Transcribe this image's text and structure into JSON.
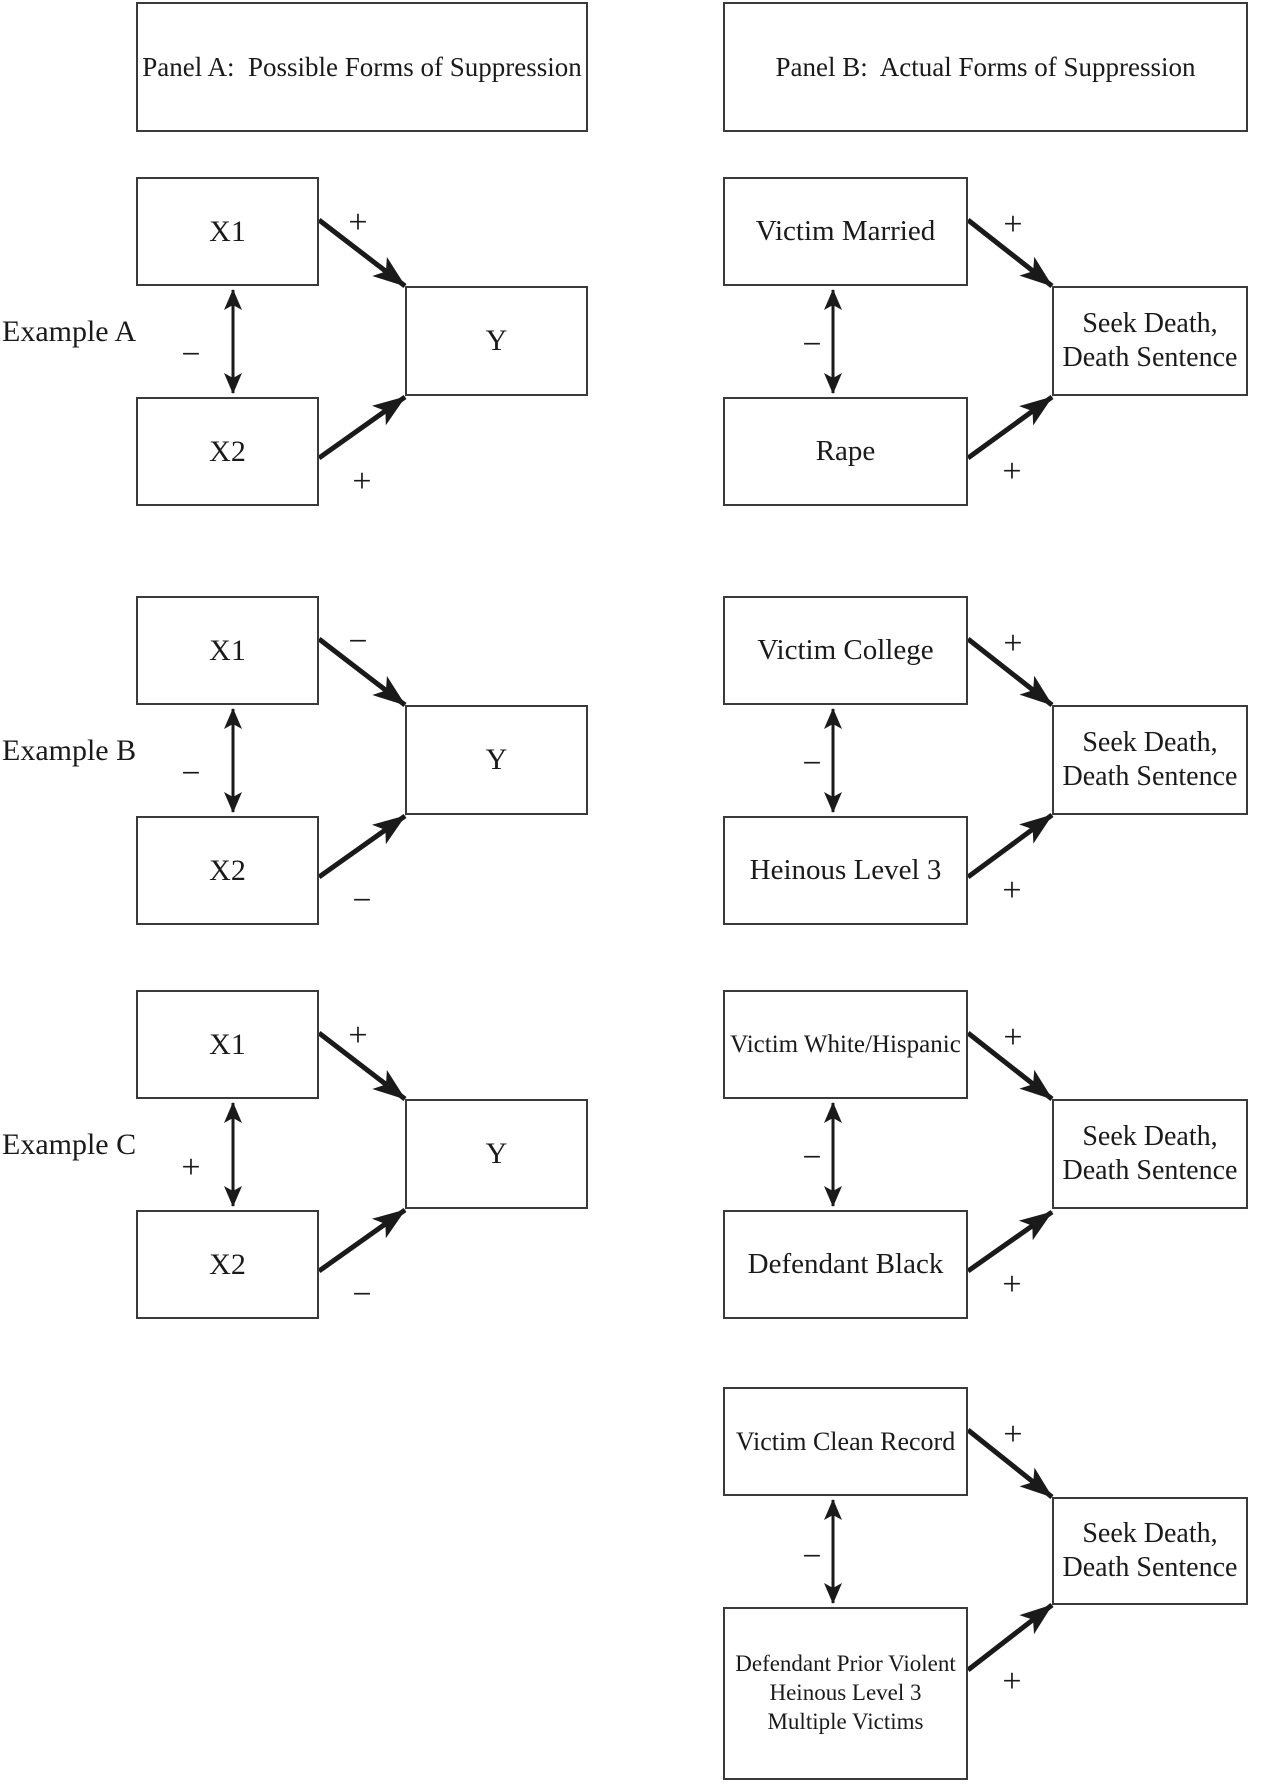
{
  "panel_a": {
    "title": "Panel A:  Possible Forms of Suppression"
  },
  "panel_b": {
    "title": "Panel B:  Actual Forms of Suppression"
  },
  "examples": [
    {
      "label": "Example A",
      "x1": "X1",
      "x2": "X2",
      "y": "Y",
      "x1_sign": "+",
      "x2_sign": "+",
      "corr_sign": "−"
    },
    {
      "label": "Example B",
      "x1": "X1",
      "x2": "X2",
      "y": "Y",
      "x1_sign": "−",
      "x2_sign": "−",
      "corr_sign": "−"
    },
    {
      "label": "Example C",
      "x1": "X1",
      "x2": "X2",
      "y": "Y",
      "x1_sign": "+",
      "x2_sign": "−",
      "corr_sign": "+"
    }
  ],
  "actual": [
    {
      "pred1": "Victim Married",
      "pred2": "Rape",
      "outcome": "Seek Death,\nDeath Sentence",
      "pred1_sign": "+",
      "pred2_sign": "+",
      "corr_sign": "−"
    },
    {
      "pred1": "Victim College",
      "pred2": "Heinous Level 3",
      "outcome": "Seek Death,\nDeath Sentence",
      "pred1_sign": "+",
      "pred2_sign": "+",
      "corr_sign": "−"
    },
    {
      "pred1": "Victim White/Hispanic",
      "pred2": "Defendant Black",
      "outcome": "Seek Death,\nDeath Sentence",
      "pred1_sign": "+",
      "pred2_sign": "+",
      "corr_sign": "−"
    },
    {
      "pred1": "Victim Clean Record",
      "pred2": "Defendant Prior Violent\nHeinous Level 3\nMultiple Victims",
      "outcome": "Seek Death,\nDeath Sentence",
      "pred1_sign": "+",
      "pred2_sign": "+",
      "corr_sign": "−"
    }
  ]
}
